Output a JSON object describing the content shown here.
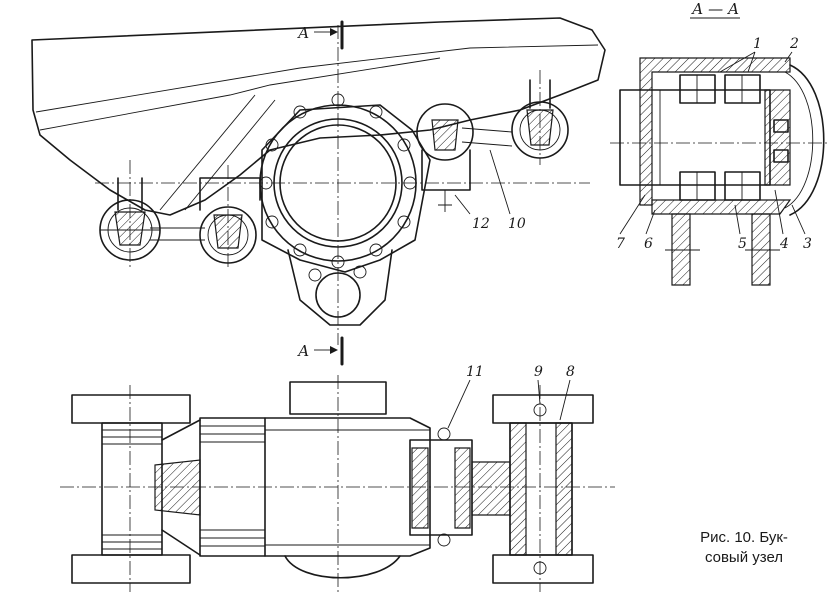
{
  "figure": {
    "caption_line1": "Рис.   10.  Бук-",
    "caption_line2": "совый  узел"
  },
  "section_marks": {
    "top": "А",
    "bottom": "А",
    "section_title": "А — А"
  },
  "callouts": {
    "n1": "1",
    "n2": "2",
    "n3": "3",
    "n4": "4",
    "n5": "5",
    "n6": "6",
    "n7": "7",
    "n8": "8",
    "n9": "9",
    "n10": "10",
    "n11": "11",
    "n12": "12"
  }
}
